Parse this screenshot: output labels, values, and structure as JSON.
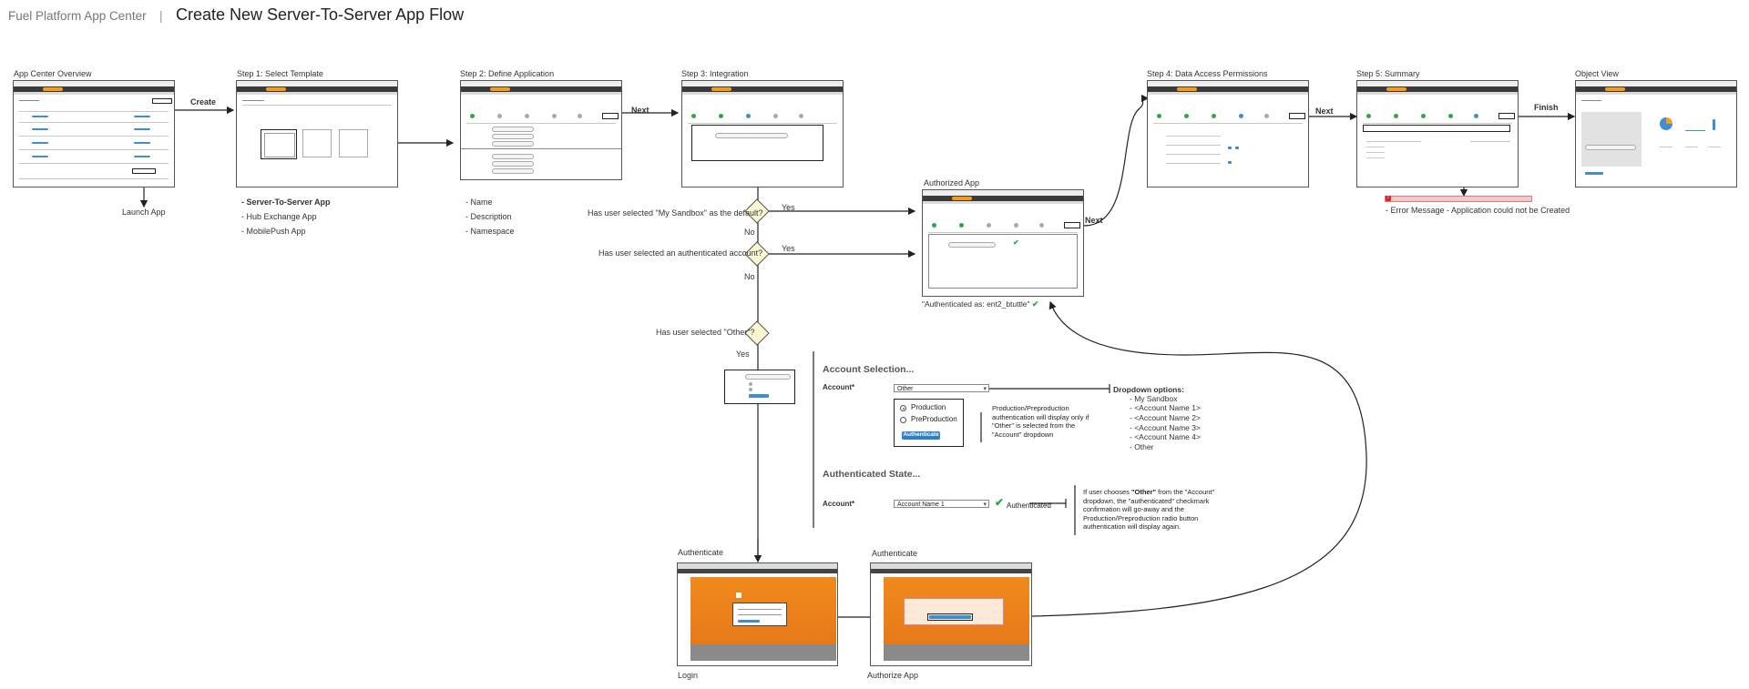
{
  "header": {
    "app_name": "Fuel Platform App Center",
    "separator": "|",
    "title": "Create New Server-To-Server App Flow"
  },
  "steps": {
    "overview": "App Center Overview",
    "step1": "Step 1: Select Template",
    "step2": "Step 2: Define Application",
    "step3": "Step 3: Integration",
    "step4": "Step 4: Data Access Permissions",
    "step5": "Step 5: Summary",
    "object_view": "Object View",
    "authorized_app": "Authorized App",
    "authenticate_login": "Authenticate",
    "authenticate_authorize": "Authenticate"
  },
  "flow_labels": {
    "create": "Create",
    "launch_app": "Launch App",
    "next_1": "Next",
    "next_2": "Next",
    "next_3": "Next",
    "finish": "Finish",
    "yes_1": "Yes",
    "yes_2": "Yes",
    "yes_3": "Yes",
    "no_1": "No",
    "no_2": "No",
    "login": "Login",
    "authorize_app": "Authorize App"
  },
  "template_options": [
    "- Server-To-Server App",
    "- Hub Exchange App",
    "- MobilePush App"
  ],
  "define_fields": [
    "- Name",
    "- Description",
    "- Namespace"
  ],
  "decisions": {
    "q1": "Has user selected  \"My Sandbox\" as the default?",
    "q2": "Has user selected an authenticated account?",
    "q3": "Has user selected \"Other\"?"
  },
  "authenticated_as": "\"Authenticated as: ent2_btuttle\"",
  "error_message": "- Error Message - Application could not be Created",
  "account_selection": {
    "title": "Account Selection...",
    "account_label": "Account*",
    "selected": "Other",
    "radio_production": "Production",
    "radio_preproduction": "PreProduction",
    "auth_button": "Authenticate",
    "note": "Production/Preproduction authentication will display only if \"Other\" is selected from the \"Account\" dropdown",
    "dropdown_title": "Dropdown options:",
    "dropdown_options": [
      "- My Sandbox",
      "- <Account Name 1>",
      "- <Account Name 2>",
      "- <Account Name 3>",
      "- <Account Name 4>",
      "- Other"
    ]
  },
  "authenticated_state": {
    "title": "Authenticated State...",
    "account_label": "Account*",
    "selected": "Account Name 1",
    "status": "Authenticated",
    "note_pre": "If user chooses ",
    "note_other": "\"Other\"",
    "note_post": " from the \"Account\" dropdown, the \"authenticated\" checkmark confirmation will go-away and the Production/Preproduction radio button authentication will display again."
  },
  "colors": {
    "accent_orange": "#f39c1e",
    "success_green": "#2aa84a",
    "button_blue": "#2f7fc8",
    "error_red": "#d22222"
  }
}
